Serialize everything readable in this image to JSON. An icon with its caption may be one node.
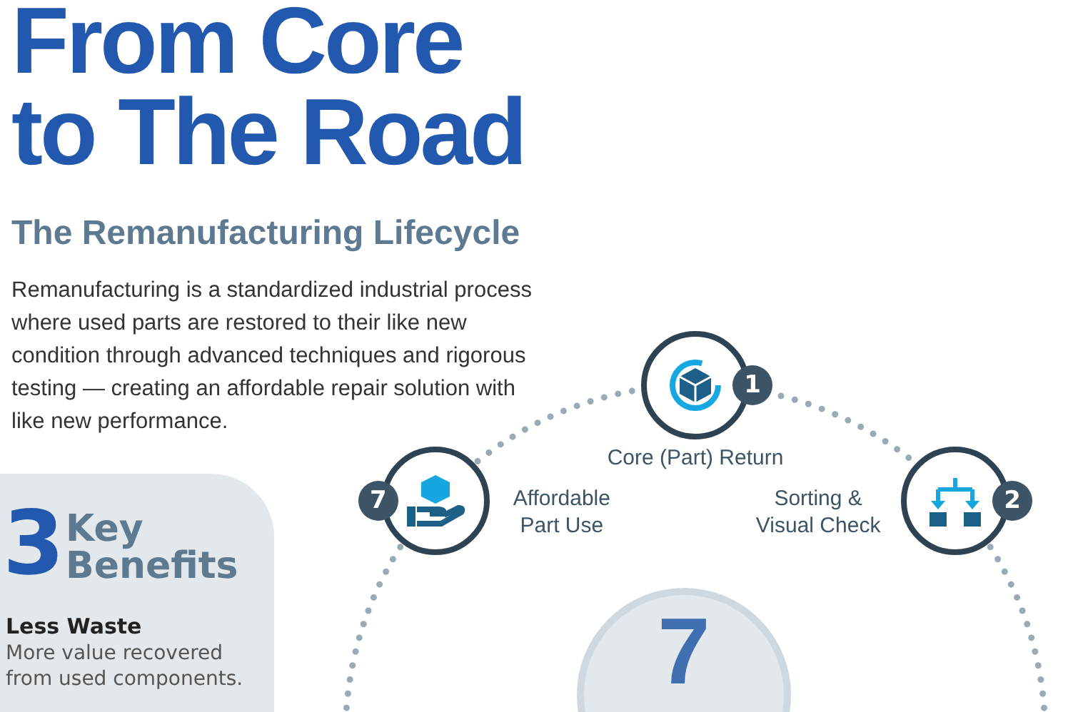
{
  "diagram": {
    "title": "From Core to The Road",
    "nodes": [
      {
        "text": [
          "1",
          "Core (Part) Return"
        ]
      },
      {
        "text": [
          "Sorting & Visual Check",
          "2"
        ]
      },
      {
        "text": [
          "7",
          "Affordable Part Use"
        ]
      },
      {
        "text": [
          "7"
        ]
      },
      {
        "text": [
          "3",
          "Key Benefits",
          "Less Waste",
          "More value recovered from used components."
        ]
      }
    ],
    "edges": [
      {
        "from": 2,
        "to": 0,
        "arrow": "none"
      },
      {
        "from": 0,
        "to": 1,
        "arrow": "none"
      },
      {
        "from": 1,
        "to": null,
        "arrow": "none"
      },
      {
        "from": 2,
        "to": null,
        "arrow": "none"
      }
    ],
    "labels": [
      "The Remanufacturing Lifecycle",
      "Remanufacturing is a standardized industrial process where used parts are restored to their like new condition through advanced techniques and rigorous testing — creating an affordable repair solution with like new performance."
    ]
  }
}
